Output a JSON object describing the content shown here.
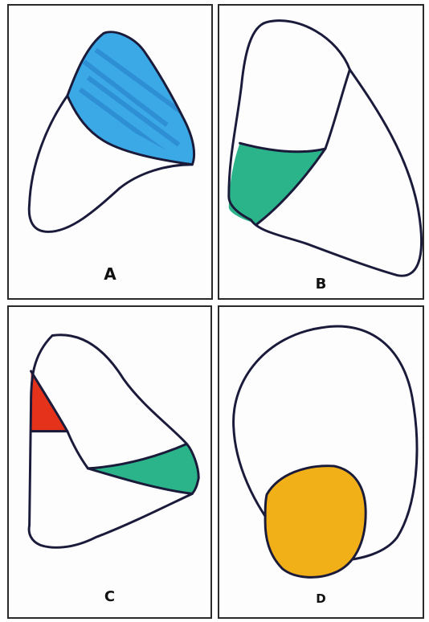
{
  "panels": [
    {
      "label": "A",
      "fill_color": "#3aa9e6"
    },
    {
      "label": "B",
      "fill_color": "#2bb38a"
    },
    {
      "label": "C",
      "fill_colors": [
        "#e4321b",
        "#2bb38a"
      ]
    },
    {
      "label": "D",
      "fill_color": "#f1b018"
    }
  ]
}
